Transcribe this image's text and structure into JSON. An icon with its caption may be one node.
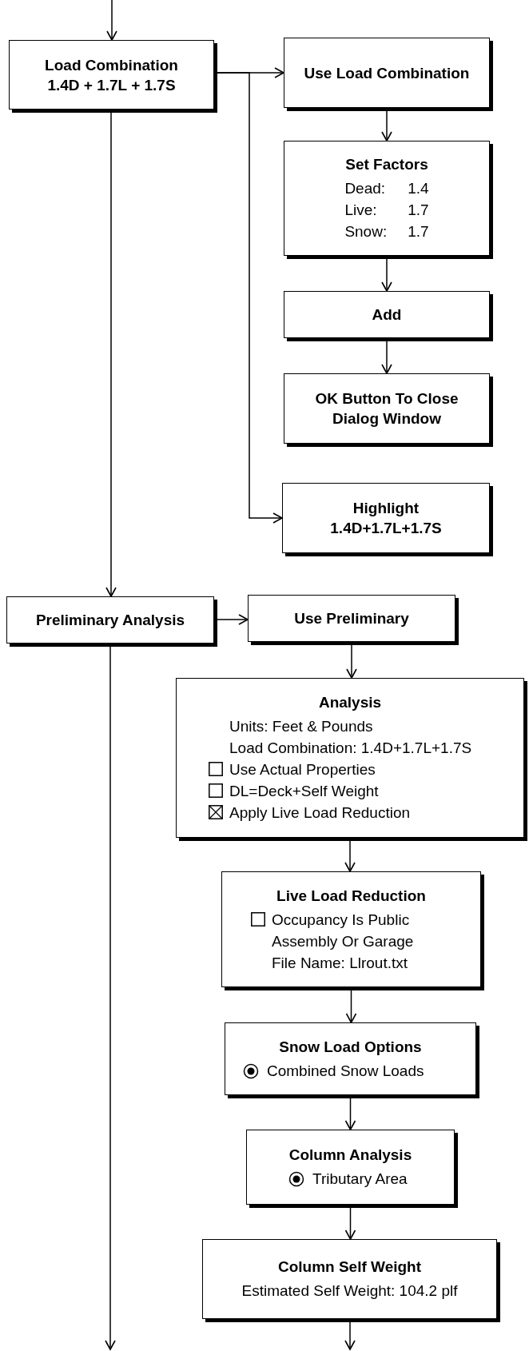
{
  "diagram": {
    "nodes": [
      {
        "text": [
          "Load Combination",
          "1.4D + 1.7L + 1.7S"
        ]
      },
      {
        "text": [
          "Use Load Combination"
        ]
      },
      {
        "text": [
          "Set Factors",
          "Dead:",
          "1.4",
          "Live:",
          "1.7",
          "Snow:",
          "1.7"
        ]
      },
      {
        "text": [
          "Add"
        ]
      },
      {
        "text": [
          "OK Button To Close Dialog Window"
        ]
      },
      {
        "text": [
          "Highlight",
          "1.4D+1.7L+1.7S"
        ]
      },
      {
        "text": [
          "Preliminary Analysis"
        ]
      },
      {
        "text": [
          "Use Preliminary"
        ]
      },
      {
        "text": [
          "Analysis",
          "Units: Feet & Pounds",
          "Load Combination: 1.4D+1.7L+1.7S",
          "Use Actual Properties",
          "DL=Deck+Self Weight",
          "Apply Live Load Reduction"
        ]
      },
      {
        "text": [
          "Live Load Reduction",
          "Occupancy Is Public Assembly Or Garage",
          "File Name: Llrout.txt"
        ]
      },
      {
        "text": [
          "Snow Load Options",
          "Combined Snow Loads"
        ]
      },
      {
        "text": [
          "Column Analysis",
          "Tributary Area"
        ]
      },
      {
        "text": [
          "Column Self Weight",
          "Estimated Self Weight: 104.2 plf"
        ]
      }
    ],
    "edges": [
      {
        "from": null,
        "to": 0,
        "arrow": "to"
      },
      {
        "from": 0,
        "to": 1,
        "arrow": "to"
      },
      {
        "from": 1,
        "to": 2,
        "arrow": "to"
      },
      {
        "from": 2,
        "to": 3,
        "arrow": "to"
      },
      {
        "from": 3,
        "to": 4,
        "arrow": "to"
      },
      {
        "from": 0,
        "to": 5,
        "arrow": "to"
      },
      {
        "from": 0,
        "to": 6,
        "arrow": "to"
      },
      {
        "from": 6,
        "to": 7,
        "arrow": "to"
      },
      {
        "from": 7,
        "to": 8,
        "arrow": "to"
      },
      {
        "from": 8,
        "to": 9,
        "arrow": "to"
      },
      {
        "from": 9,
        "to": 10,
        "arrow": "to"
      },
      {
        "from": 10,
        "to": 11,
        "arrow": "to"
      },
      {
        "from": 11,
        "to": 12,
        "arrow": "to"
      },
      {
        "from": 6,
        "to": null,
        "arrow": "to"
      },
      {
        "from": 12,
        "to": null,
        "arrow": "to"
      }
    ]
  }
}
